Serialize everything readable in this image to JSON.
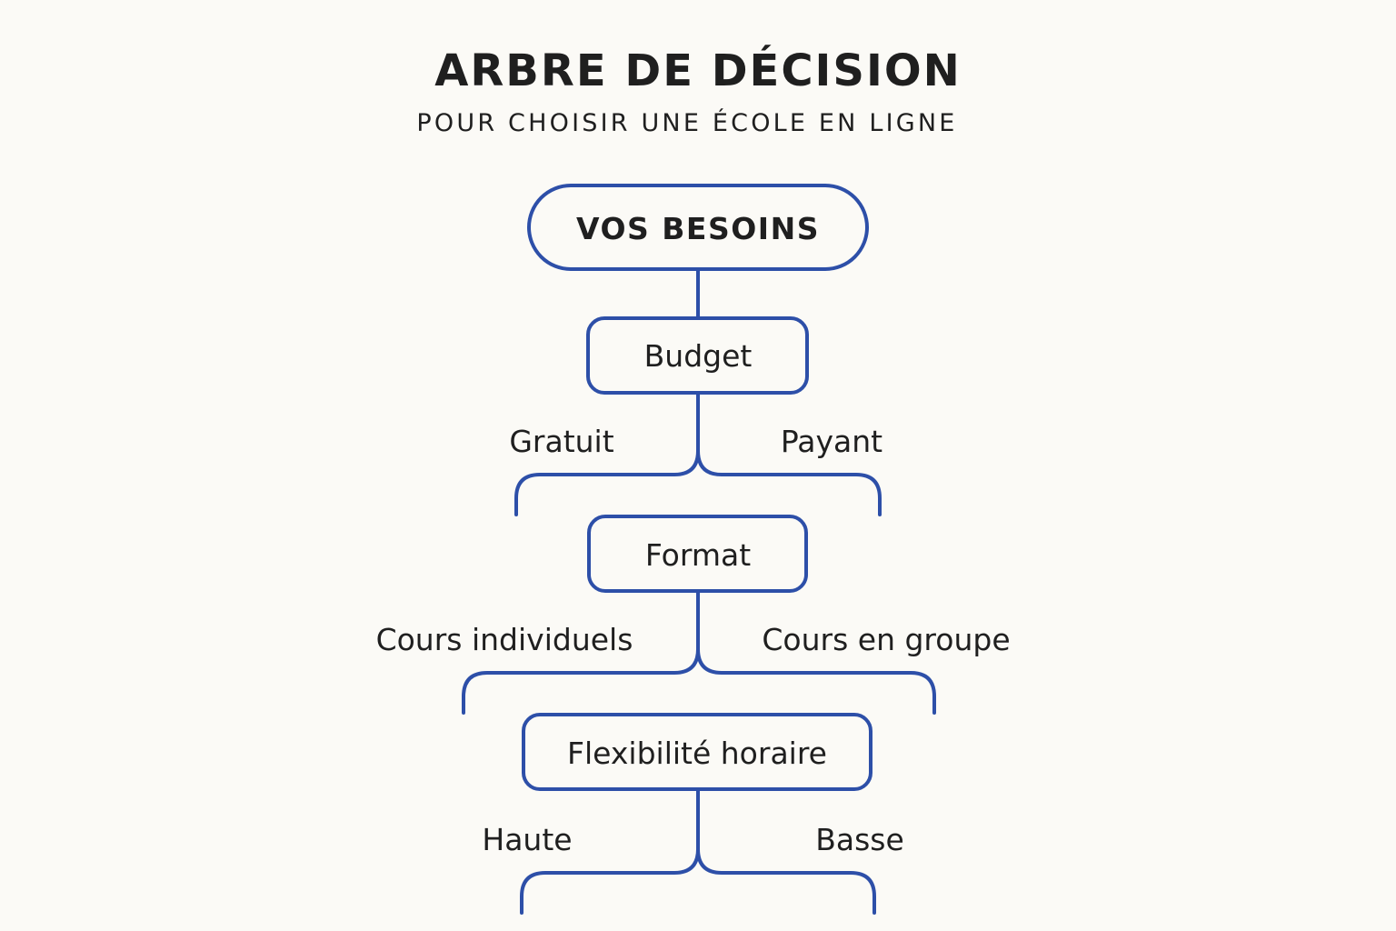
{
  "header": {
    "title": "ARBRE DE DÉCISION",
    "subtitle": "POUR CHOISIR UNE ÉCOLE EN LIGNE"
  },
  "root": {
    "label": "VOS BESOINS"
  },
  "criteria": [
    {
      "label": "Budget",
      "options": [
        "Gratuit",
        "Payant"
      ]
    },
    {
      "label": "Format",
      "options": [
        "Cours individuels",
        "Cours en groupe"
      ]
    },
    {
      "label": "Flexibilité horaire",
      "options": [
        "Haute",
        "Basse"
      ]
    }
  ],
  "colors": {
    "background": "#fbfaf6",
    "stroke": "#2d4fa8",
    "text": "#1f1f1f"
  }
}
